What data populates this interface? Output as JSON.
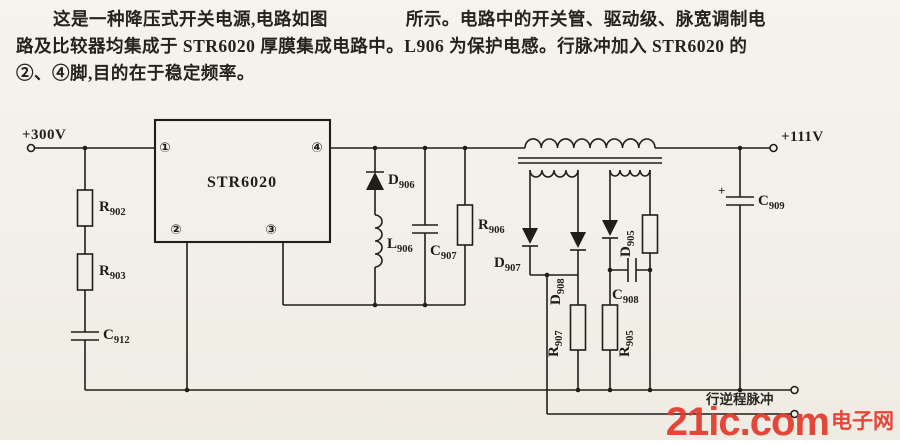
{
  "page": {
    "background": "#f2efe8",
    "ink": "#211e19"
  },
  "paragraph": {
    "line1_pre": "这是一种降压式开关电源,电路如图",
    "line1_post": "所示。电路中的开关管、驱动级、脉宽调制电",
    "line2": "路及比较器均集成于 STR6020 厚膜集成电路中。L906 为保护电感。行脉冲加入 STR6020 的",
    "line3": "②、④脚,目的在于稳定频率。"
  },
  "circuit": {
    "ic": {
      "label": "STR6020",
      "pin1": "①",
      "pin2": "②",
      "pin3": "③",
      "pin4": "④"
    },
    "input_label": "+300V",
    "output_label": "+111V",
    "pulse_label": "行逆程脉冲",
    "plus": "+",
    "components": {
      "r902": {
        "p": "R",
        "s": "902"
      },
      "r903": {
        "p": "R",
        "s": "903"
      },
      "c912": {
        "p": "C",
        "s": "912"
      },
      "d906": {
        "p": "D",
        "s": "906"
      },
      "l906": {
        "p": "L",
        "s": "906"
      },
      "c907": {
        "p": "C",
        "s": "907"
      },
      "r906": {
        "p": "R",
        "s": "906"
      },
      "d907": {
        "p": "D",
        "s": "907"
      },
      "d908": {
        "p": "D",
        "s": "908"
      },
      "d905": {
        "p": "D",
        "s": "905"
      },
      "c908": {
        "p": "C",
        "s": "908"
      },
      "r907": {
        "p": "R",
        "s": "907"
      },
      "r905": {
        "p": "R",
        "s": "905"
      },
      "c909": {
        "p": "C",
        "s": "909"
      }
    }
  },
  "watermark": {
    "main": "21ic.com",
    "suffix": "电子网",
    "color": "#e4392b"
  }
}
